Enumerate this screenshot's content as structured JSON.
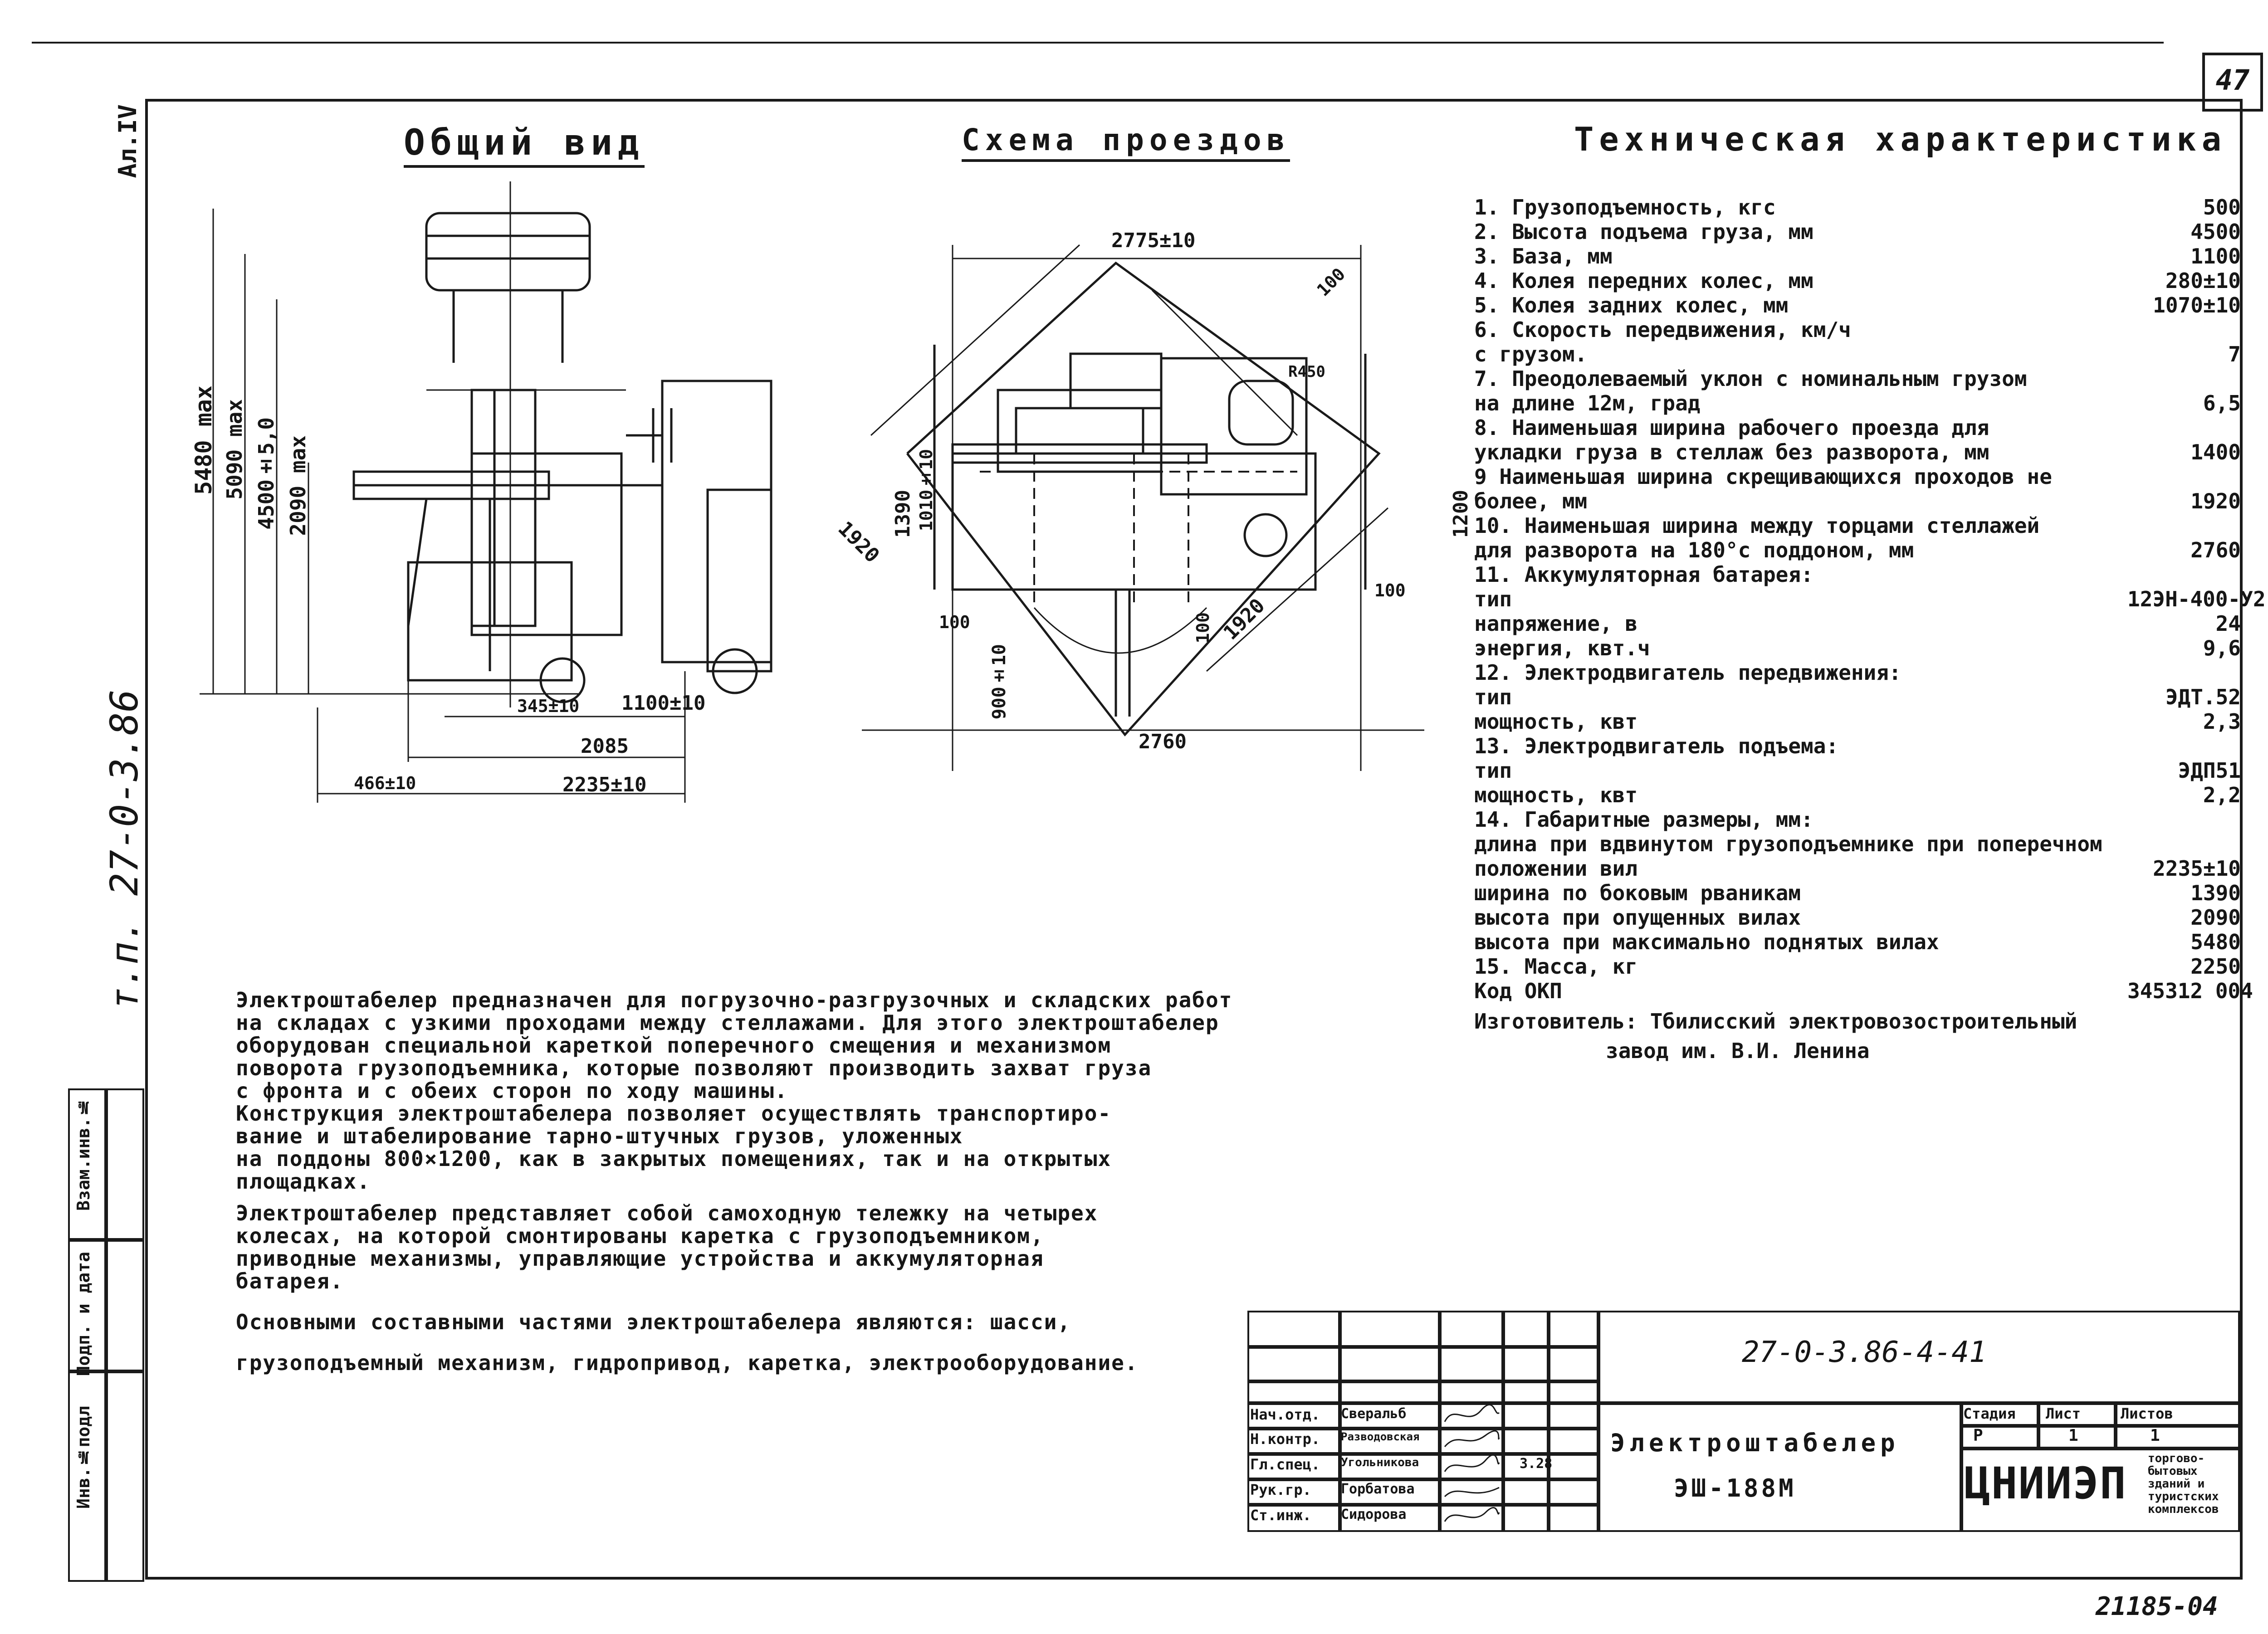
{
  "sheet_number": "47",
  "top_left_mark": "Ал.IV",
  "side_code": "т.п. 27-0-3.86",
  "side_columns": [
    "Инв.№подл",
    "Подп. и дата",
    "Взам.инв.№"
  ],
  "handwritten_id": "21185-04",
  "view_titles": {
    "general": "Общий вид",
    "aisles": "Схема проездов",
    "tech": "Техническая характеристика"
  },
  "general_dims": {
    "h1": "5480 max",
    "h2": "5090 max",
    "h3": "4500±5,0",
    "h4": "2090 max",
    "d1": "345±10",
    "d2": "1100±10",
    "d3": "2085",
    "d4": "466±10",
    "d5": "2235±10"
  },
  "aisle_dims": {
    "top": "2775±10",
    "diag_tl": "1920",
    "diag_br": "1920",
    "h1390": "1390",
    "h1010": "1010±10",
    "right1200": "1200",
    "c100a": "100",
    "c100b": "100",
    "c100c": "100",
    "c100d": "100",
    "v900": "900±10",
    "bottom": "2760",
    "r450": "R450"
  },
  "specs": [
    {
      "label": "1. Грузоподъемность, кгс",
      "value": "500"
    },
    {
      "label": "2. Высота подъема груза, мм",
      "value": "4500"
    },
    {
      "label": "3. База, мм",
      "value": "1100"
    },
    {
      "label": "4. Колея передних колес, мм",
      "value": "280±10"
    },
    {
      "label": "5. Колея задних колес, мм",
      "value": "1070±10"
    },
    {
      "label": "6. Скорость передвижения, км/ч",
      "value": ""
    },
    {
      "label": "   с грузом.",
      "value": "7"
    },
    {
      "label": "7. Преодолеваемый уклон с номинальным грузом",
      "value": ""
    },
    {
      "label": "   на длине 12м, град",
      "value": "6,5"
    },
    {
      "label": "8. Наименьшая ширина рабочего проезда для",
      "value": ""
    },
    {
      "label": "   укладки груза в стеллаж без разворота, мм",
      "value": "1400"
    },
    {
      "label": "9 Наименьшая ширина скрещивающихся проходов не",
      "value": ""
    },
    {
      "label": "   более, мм",
      "value": "1920"
    },
    {
      "label": "10. Наименьшая ширина между торцами стеллажей",
      "value": ""
    },
    {
      "label": "   для разворота на 180°с поддоном, мм",
      "value": "2760"
    },
    {
      "label": "11. Аккумуляторная батарея:",
      "value": ""
    },
    {
      "label": "    тип",
      "value": "12ЭН-400-У2"
    },
    {
      "label": "    напряжение, в",
      "value": "24"
    },
    {
      "label": "    энергия, квт.ч",
      "value": "9,6"
    },
    {
      "label": "12. Электродвигатель передвижения:",
      "value": ""
    },
    {
      "label": "    тип",
      "value": "ЭДТ.52"
    },
    {
      "label": "    мощность, квт",
      "value": "2,3"
    },
    {
      "label": "13. Электродвигатель подъема:",
      "value": ""
    },
    {
      "label": "    тип",
      "value": "ЭДП51"
    },
    {
      "label": "    мощность, квт",
      "value": "2,2"
    },
    {
      "label": "14. Габаритные размеры, мм:",
      "value": ""
    },
    {
      "label": "   длина при вдвинутом грузоподъемнике при поперечном",
      "value": ""
    },
    {
      "label": "   положении вил",
      "value": "2235±10"
    },
    {
      "label": "   ширина по боковым рваникам",
      "value": "1390"
    },
    {
      "label": "   высота при опущенных вилах",
      "value": "2090"
    },
    {
      "label": "   высота при максимально поднятых вилах",
      "value": "5480"
    },
    {
      "label": "15. Масса, кг",
      "value": "2250"
    },
    {
      "label": "    Код ОКП",
      "value": "345312 004"
    }
  ],
  "manufacturer_1": "Изготовитель: Тбилисский электровозостроительный",
  "manufacturer_2": "завод им. В.И. Ленина",
  "description": [
    "Электроштабелер предназначен для погрузочно-разгрузочных и складских работ",
    "на складах с узкими проходами между стеллажами. Для этого электроштабелер",
    "оборудован специальной кареткой поперечного смещения и механизмом",
    "поворота грузоподъемника, которые позволяют производить захват груза",
    "с фронта и с обеих сторон по ходу машины.",
    "   Конструкция электроштабелера позволяет осуществлять транспортиро-",
    "вание и штабелирование тарно-штучных грузов, уложенных",
    "на поддоны 800×1200, как в закрытых помещениях, так и на открытых",
    "площадках.",
    "   Электроштабелер представляет собой самоходную тележку на четырех",
    "колесах, на которой смонтированы каретка с грузоподъемником,",
    "приводные механизмы, управляющие устройства и аккумуляторная",
    "батарея."
  ],
  "description_last": [
    "   Основными составными частями электроштабелера являются: шасси,",
    "грузоподъемный механизм, гидропривод, каретка, электрооборудование."
  ],
  "stamp": {
    "doc_code": "27-0-3.86-4-41",
    "title_1": "Электроштабелер",
    "title_2": "ЭШ-188М",
    "stage_h": "Стадия",
    "sheet_h": "Лист",
    "sheets_h": "Листов",
    "stage": "Р",
    "sheet": "1",
    "sheets": "1",
    "org": "ЦНИИЭП",
    "org_sub": "торгово-бытовых зданий и туристских комплексов",
    "roles": [
      "Нач.отд.",
      "Н.контр.",
      "Гл.спец.",
      "Рук.гр.",
      "Ст.инж."
    ],
    "names": [
      "Сверальб",
      "Разводовская",
      "Угольникова",
      "Горбатова",
      "Сидорова"
    ],
    "date": "3.28"
  }
}
